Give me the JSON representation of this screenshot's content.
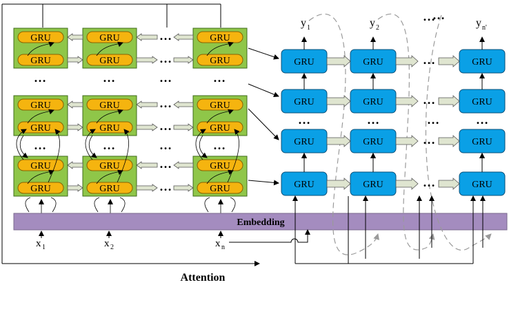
{
  "labels": {
    "gru": "GRU",
    "ellipsis": "…",
    "vertical_ellipsis": "…",
    "embedding": "Embedding",
    "attention": "Attention"
  },
  "inputs": {
    "x1": "x",
    "x1_sub": "1",
    "x2": "x",
    "x2_sub": "2",
    "xn": "x",
    "xn_sub": "n"
  },
  "outputs": {
    "y1": "y",
    "y1_sub": "1",
    "y2": "y",
    "y2_sub": "2",
    "yn": "y",
    "yn_sub": "n'"
  },
  "colors": {
    "encoder_cell": "#8fc649",
    "encoder_gru": "#f5b40f",
    "decoder_gru": "#0aa0e6",
    "embedding_bar": "#a48cbf",
    "arrow_fill": "#dfe5d0",
    "dashed_loop": "#9a9a9a"
  }
}
